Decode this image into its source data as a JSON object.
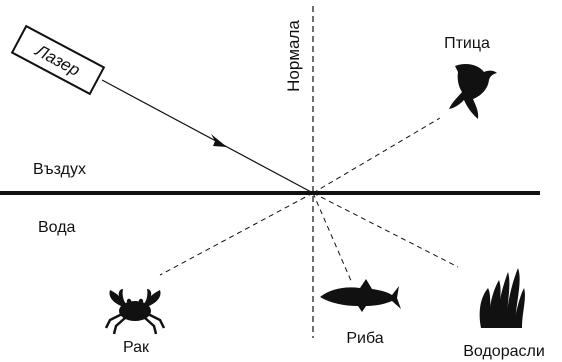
{
  "labels": {
    "laser": "Лазер",
    "normal": "Нормала",
    "bird": "Птица",
    "air": "Въздух",
    "water": "Вода",
    "crab": "Рак",
    "fish": "Риба",
    "algae": "Водорасли"
  },
  "colors": {
    "ink": "#111111",
    "background": "#ffffff"
  },
  "icons": [
    "laser-device-icon",
    "bird-icon",
    "crab-icon",
    "fish-icon",
    "algae-icon"
  ]
}
